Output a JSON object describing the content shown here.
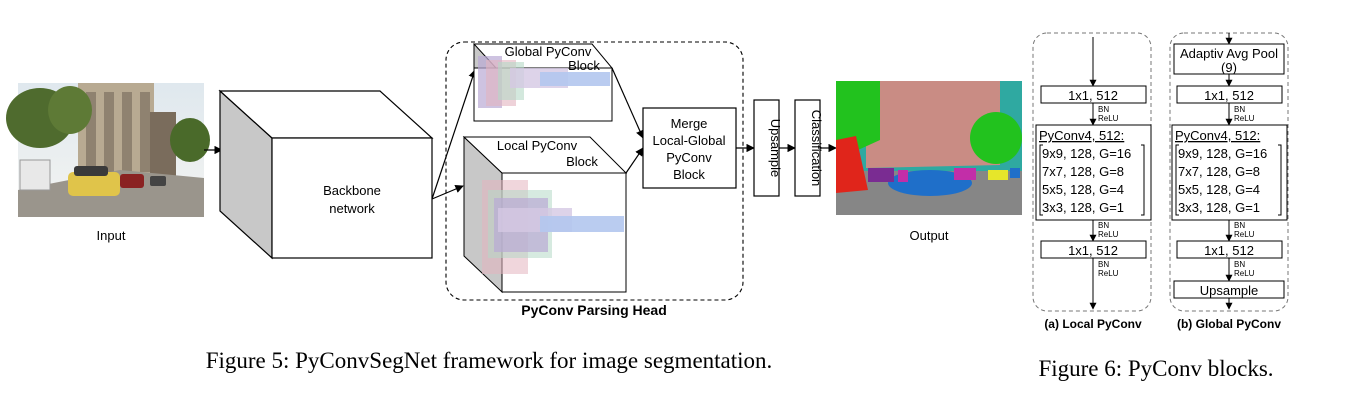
{
  "fig5": {
    "input_label": "Input",
    "backbone_line1": "Backbone",
    "backbone_line2": "network",
    "global_line1": "Global PyConv",
    "global_line2": "Block",
    "local_line1": "Local PyConv",
    "local_line2": "Block",
    "merge_line1": "Merge",
    "merge_line2": "Local-Global",
    "merge_line3": "PyConv",
    "merge_line4": "Block",
    "upsample": "Upsample",
    "classification": "Classification",
    "output_label": "Output",
    "head_title": "PyConv Parsing Head",
    "caption": "Figure 5: PyConvSegNet framework for image segmentation."
  },
  "fig6": {
    "local": {
      "top_conv": "1x1, 512",
      "bn": "BN",
      "relu": "ReLU",
      "pyconv_title": "PyConv4, 512:",
      "rows": [
        "9x9, 128, G=16",
        "7x7, 128, G=8",
        "5x5, 128, G=4",
        "3x3, 128, G=1"
      ],
      "bottom_conv": "1x1, 512",
      "caption": "(a) Local PyConv"
    },
    "global": {
      "pool_line1": "Adaptiv Avg Pool",
      "pool_line2": "(9)",
      "top_conv": "1x1, 512",
      "bn": "BN",
      "relu": "ReLU",
      "pyconv_title": "PyConv4, 512:",
      "rows": [
        "9x9, 128, G=16",
        "7x7, 128, G=8",
        "5x5, 128, G=4",
        "3x3, 128, G=1"
      ],
      "bottom_conv": "1x1, 512",
      "upsample": "Upsample",
      "caption": "(b) Global PyConv"
    },
    "caption": "Figure 6: PyConv blocks."
  },
  "colors": {
    "seg_sky": "#2fa9a1",
    "seg_building": "#c98c84",
    "seg_tree": "#22c21e",
    "seg_road": "#868686",
    "seg_car": "#1f6fc9",
    "seg_person": "#c22ea8",
    "seg_red": "#e0251b",
    "block_face": "#c8c8c8"
  }
}
